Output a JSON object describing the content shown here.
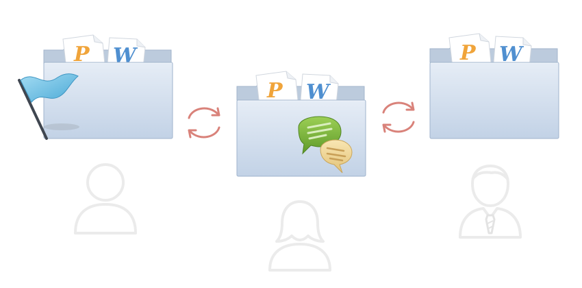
{
  "colors": {
    "folder_top": "#e4ebf4",
    "folder_bottom": "#c3d3e6",
    "folder_back": "#b8c8db",
    "folder_border": "#9fb3cc",
    "paper": "#ffffff",
    "letter_p": "#f0a43a",
    "letter_w": "#4f8fd0",
    "sync_arrow": "#d9827a",
    "person": "#ebebeb",
    "flag": "#6cc2e6",
    "flag_pole": "#444b55",
    "bubble_green": "#79b43a",
    "bubble_tan": "#f0d58f"
  },
  "folders": [
    {
      "id": "left",
      "doc_letters": [
        "P",
        "W"
      ],
      "has_flag": true,
      "has_chat": false
    },
    {
      "id": "center",
      "doc_letters": [
        "P",
        "W"
      ],
      "has_flag": false,
      "has_chat": true
    },
    {
      "id": "right",
      "doc_letters": [
        "P",
        "W"
      ],
      "has_flag": false,
      "has_chat": false
    }
  ],
  "people": [
    {
      "id": "left",
      "type": "user"
    },
    {
      "id": "center",
      "type": "female-user"
    },
    {
      "id": "right",
      "type": "businessman"
    }
  ],
  "icons": {
    "folder": "folder-icon",
    "document": "document-icon",
    "flag": "flag-icon",
    "chat": "chat-bubbles-icon",
    "sync": "sync-arrows-icon",
    "person": "person-silhouette-icon"
  }
}
